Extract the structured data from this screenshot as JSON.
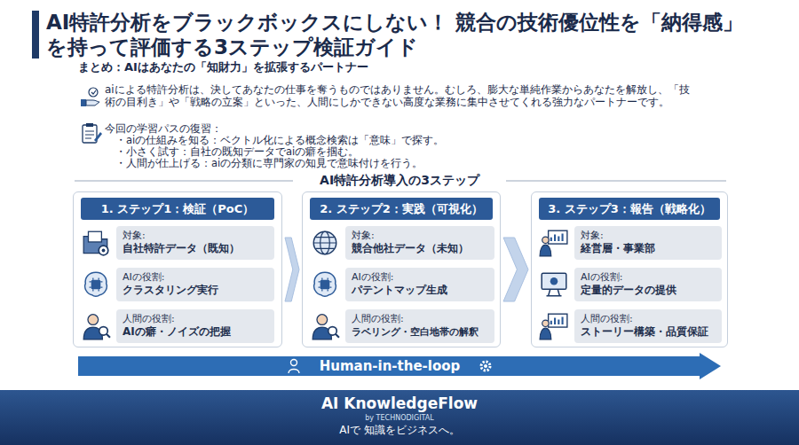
{
  "diagram": {
    "title": "AI特許分析をブラックボックスにしない！ 競合の技術優位性を「納得感」を持って評価する3ステップ検証ガイド",
    "nodes": [
      {
        "text": [
          "1. ステップ1：検証（PoC）"
        ]
      },
      {
        "text": [
          "対象:",
          "自社特許データ（既知）"
        ],
        "in": 0
      },
      {
        "text": [
          "AIの役割:",
          "クラスタリング実行"
        ],
        "in": 0
      },
      {
        "text": [
          "人間の役割:",
          "AIの癖・ノイズの把握"
        ],
        "in": 0
      },
      {
        "text": [
          "2. ステップ2：実践（可視化）"
        ]
      },
      {
        "text": [
          "対象:",
          "競合他社データ（未知）"
        ],
        "in": 4
      },
      {
        "text": [
          "AIの役割:",
          "パテントマップ生成"
        ],
        "in": 4
      },
      {
        "text": [
          "人間の役割:",
          "ラベリング・空白地帯の解釈"
        ],
        "in": 4
      },
      {
        "text": [
          "3. ステップ3：報告（戦略化）"
        ]
      },
      {
        "text": [
          "対象:",
          "経営層・事業部"
        ],
        "in": 8
      },
      {
        "text": [
          "AIの役割:",
          "定量的データの提供"
        ],
        "in": 8
      },
      {
        "text": [
          "人間の役割:",
          "ストーリー構築・品質保証"
        ],
        "in": 8
      },
      {
        "text": [
          "Human-in-the-loop"
        ]
      },
      {
        "text": [
          "AI KnowledgeFlow",
          "by TECHNODIGITAL",
          "AIで 知識をビジネスへ。"
        ]
      }
    ],
    "edges": [
      {
        "from": 0,
        "to": 4,
        "arrow": "to"
      },
      {
        "from": 4,
        "to": 8,
        "arrow": "to"
      }
    ],
    "labels": [
      "まとめ：AIはあなたの「知財力」を拡張するパートナー",
      "aiによる特許分析は、決してあなたの仕事を奪うものではありません。むしろ、膨大な単純作業からあなたを解放し、「技術の目利き」や「戦略の立案」といった、人間にしかできない高度な業務に集中させてくれる強力なパートナーです。",
      "今回の学習パスの復習：",
      "・aiの仕組みを知る：ベクトル化による概念検索は「意味」で探す。",
      "・小さく試す：自社の既知データでaiの癖を掴む。",
      "・人間が仕上げる：aiの分類に専門家の知見で意味付けを行う。",
      "AI特許分析導入の3ステップ"
    ]
  }
}
